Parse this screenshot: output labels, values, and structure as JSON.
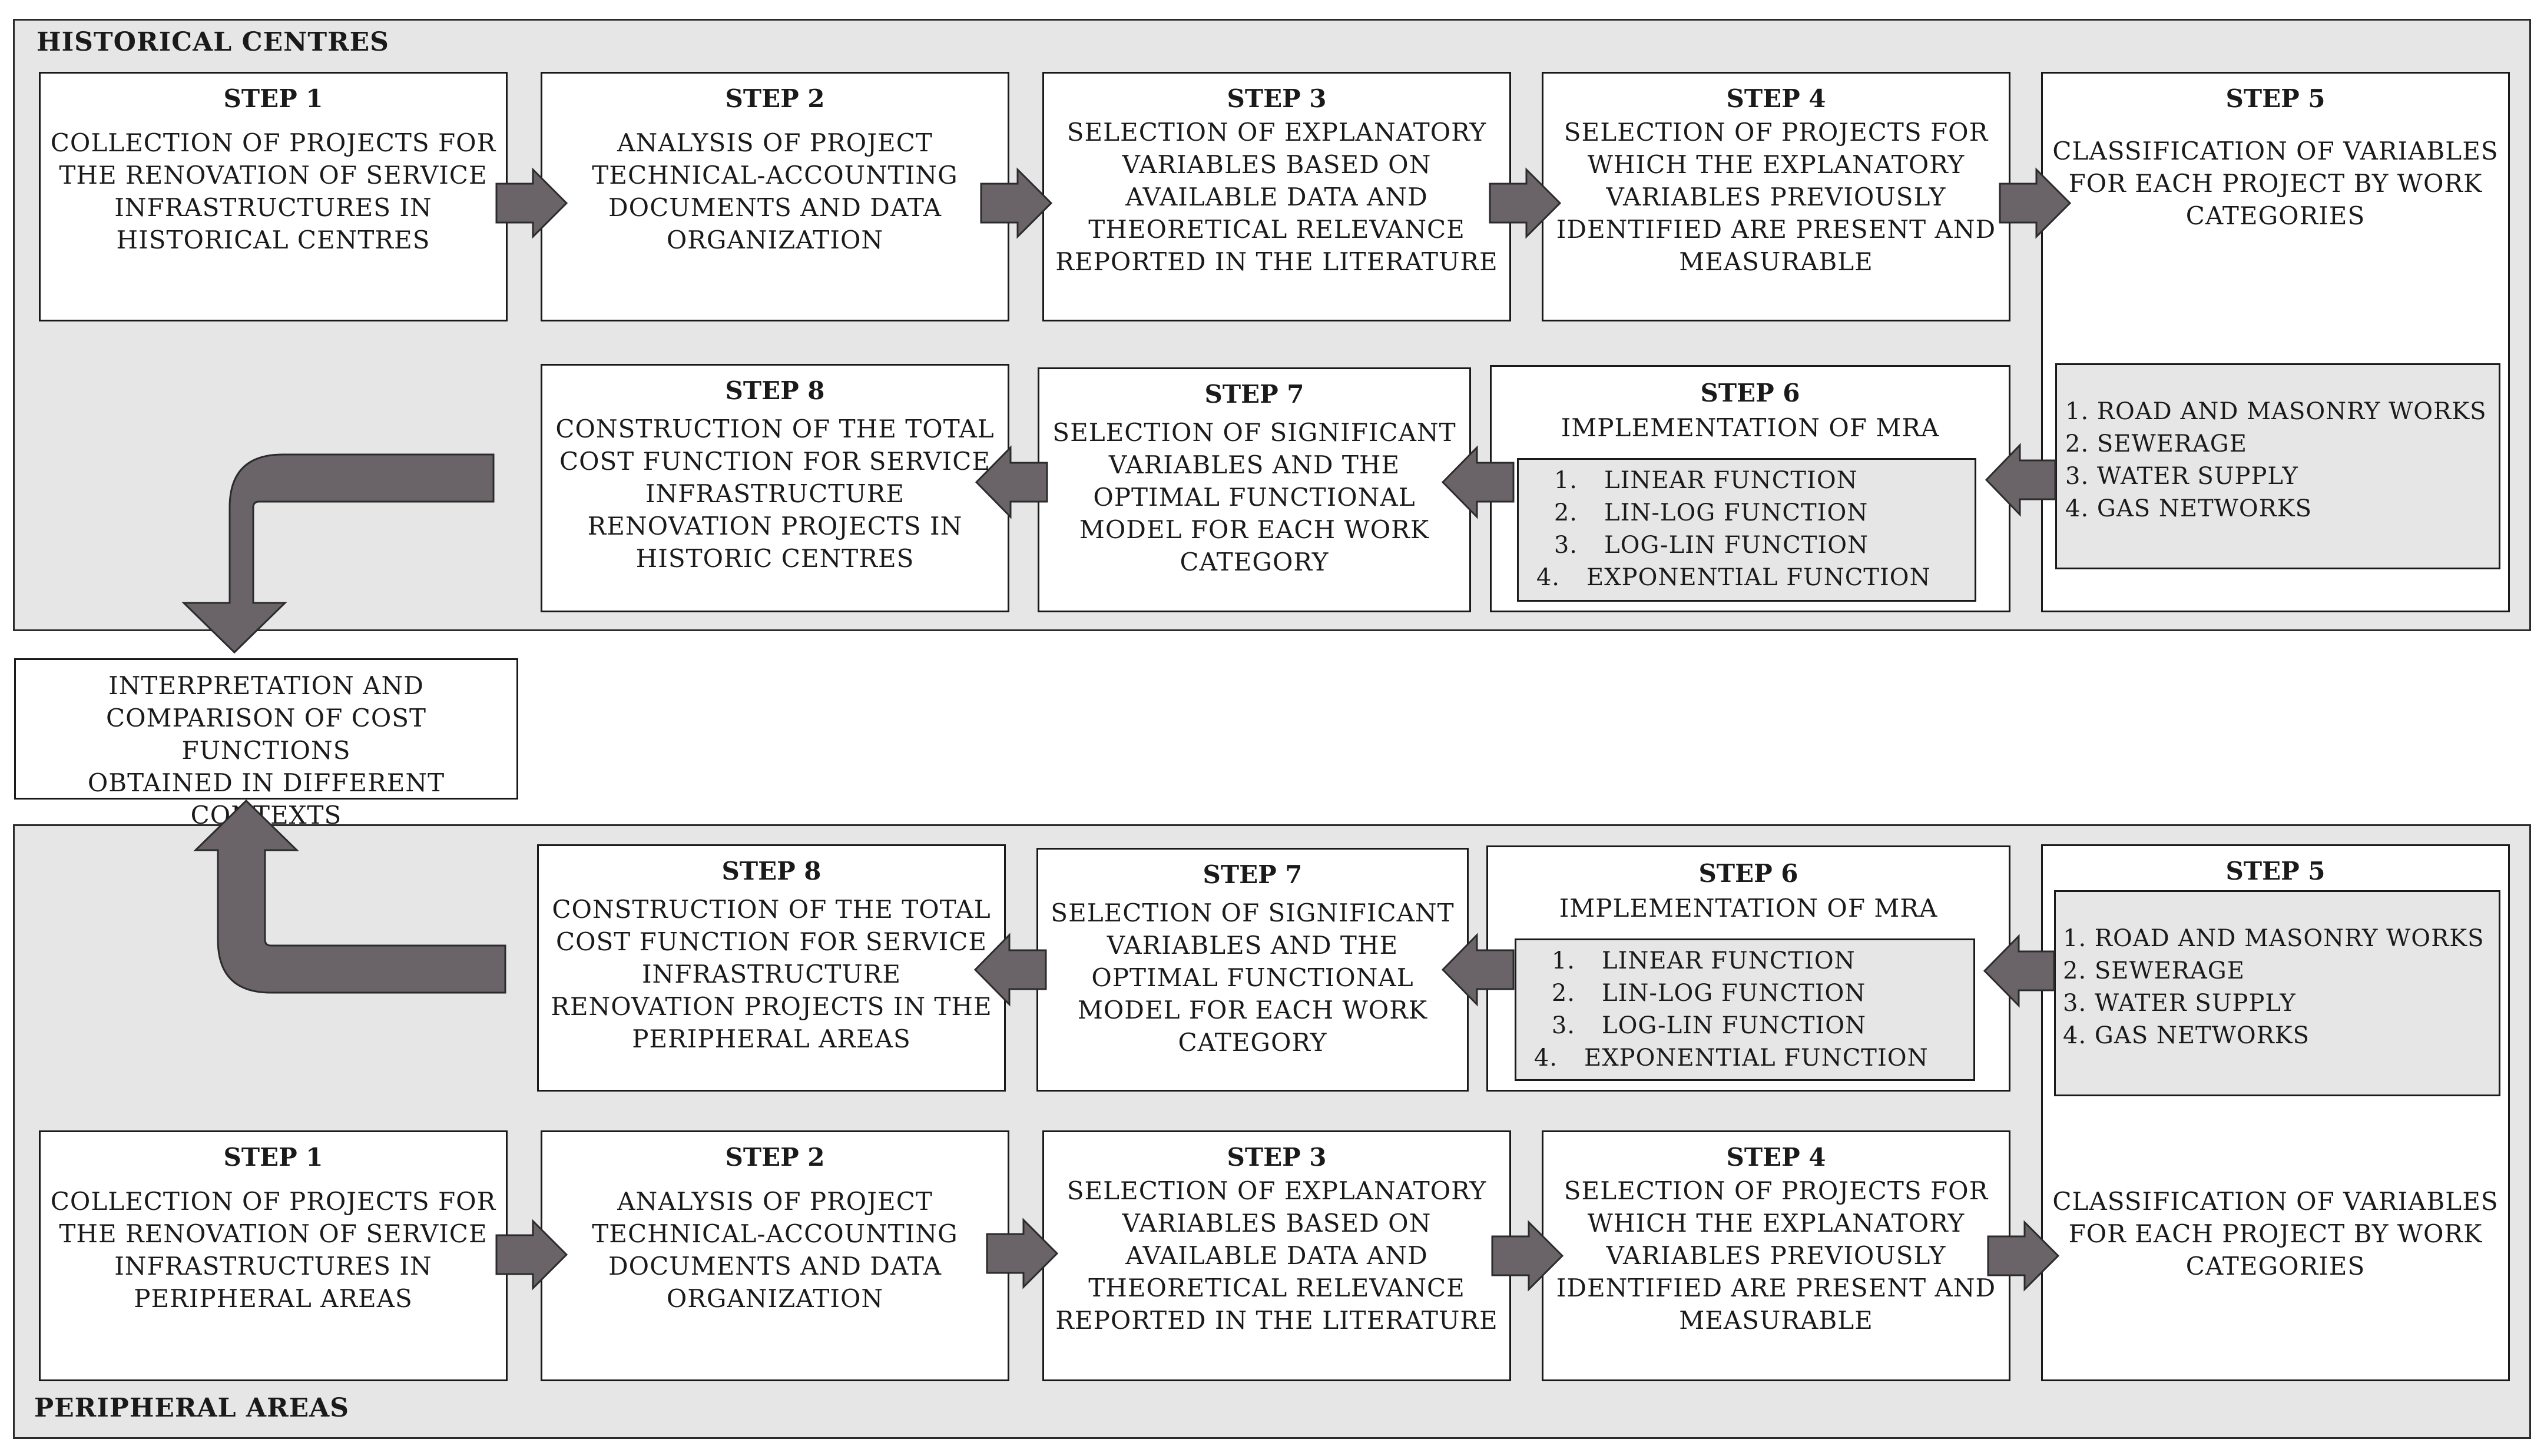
{
  "colors": {
    "panel_bg": "#e6e6e6",
    "arrow_fill": "#6a6468",
    "arrow_stroke": "#2b2b2b",
    "border": "#1a1a1a"
  },
  "historical": {
    "label": "HISTORICAL CENTRES",
    "steps": [
      {
        "title": "STEP 1",
        "body": "COLLECTION OF PROJECTS FOR\nTHE RENOVATION OF SERVICE\nINFRASTRUCTURES IN\nHISTORICAL CENTRES"
      },
      {
        "title": "STEP 2",
        "body": "ANALYSIS OF PROJECT\nTECHNICAL-ACCOUNTING\nDOCUMENTS AND DATA\nORGANIZATION"
      },
      {
        "title": "STEP 3",
        "body": "SELECTION OF EXPLANATORY\nVARIABLES BASED ON\nAVAILABLE DATA AND\nTHEORETICAL RELEVANCE\nREPORTED IN THE LITERATURE"
      },
      {
        "title": "STEP 4",
        "body": "SELECTION OF PROJECTS FOR\nWHICH THE EXPLANATORY\nVARIABLES PREVIOUSLY\nIDENTIFIED ARE PRESENT AND\nMEASURABLE"
      },
      {
        "title": "STEP 5",
        "body": "CLASSIFICATION OF VARIABLES\nFOR EACH PROJECT BY WORK\nCATEGORIES"
      },
      {
        "title": "STEP 6",
        "subtitle": "IMPLEMENTATION OF MRA"
      },
      {
        "title": "STEP 7",
        "body": "SELECTION OF SIGNIFICANT\nVARIABLES AND THE\nOPTIMAL FUNCTIONAL\nMODEL FOR EACH WORK\nCATEGORY"
      },
      {
        "title": "STEP 8",
        "body": "CONSTRUCTION OF THE TOTAL\nCOST FUNCTION FOR SERVICE\nINFRASTRUCTURE\nRENOVATION PROJECTS IN\nHISTORIC CENTRES"
      }
    ]
  },
  "peripheral": {
    "label": "PERIPHERAL AREAS",
    "steps": [
      {
        "title": "STEP 1",
        "body": "COLLECTION OF PROJECTS FOR\nTHE RENOVATION OF SERVICE\nINFRASTRUCTURES IN\nPERIPHERAL AREAS"
      },
      {
        "title": "STEP 2",
        "body": "ANALYSIS OF PROJECT\nTECHNICAL-ACCOUNTING\nDOCUMENTS AND DATA\nORGANIZATION"
      },
      {
        "title": "STEP 3",
        "body": "SELECTION OF EXPLANATORY\nVARIABLES BASED ON\nAVAILABLE DATA AND\nTHEORETICAL RELEVANCE\nREPORTED IN THE LITERATURE"
      },
      {
        "title": "STEP 4",
        "body": "SELECTION OF PROJECTS FOR\nWHICH THE EXPLANATORY\nVARIABLES PREVIOUSLY\nIDENTIFIED ARE PRESENT AND\nMEASURABLE"
      },
      {
        "title": "STEP 5",
        "body": "CLASSIFICATION OF VARIABLES\nFOR EACH PROJECT BY WORK\nCATEGORIES"
      },
      {
        "title": "STEP 6",
        "subtitle": "IMPLEMENTATION OF MRA"
      },
      {
        "title": "STEP 7",
        "body": "SELECTION OF SIGNIFICANT\nVARIABLES AND THE\nOPTIMAL FUNCTIONAL\nMODEL FOR EACH WORK\nCATEGORY"
      },
      {
        "title": "STEP 8",
        "body": "CONSTRUCTION OF THE TOTAL\nCOST FUNCTION FOR SERVICE\nINFRASTRUCTURE\nRENOVATION PROJECTS IN THE\nPERIPHERAL AREAS"
      }
    ]
  },
  "work_categories": [
    "1. ROAD AND MASONRY WORKS",
    "2. SEWERAGE",
    "3. WATER SUPPLY",
    "4. GAS NETWORKS"
  ],
  "mra_functions": [
    {
      "num": "1.",
      "label": "LINEAR FUNCTION"
    },
    {
      "num": "2.",
      "label": "LIN-LOG FUNCTION"
    },
    {
      "num": "3.",
      "label": "LOG-LIN FUNCTION"
    },
    {
      "num": "4.",
      "label": "EXPONENTIAL FUNCTION"
    }
  ],
  "comparison": {
    "body": "INTERPRETATION AND\nCOMPARISON OF COST FUNCTIONS\nOBTAINED IN DIFFERENT\nCONTEXTS"
  }
}
